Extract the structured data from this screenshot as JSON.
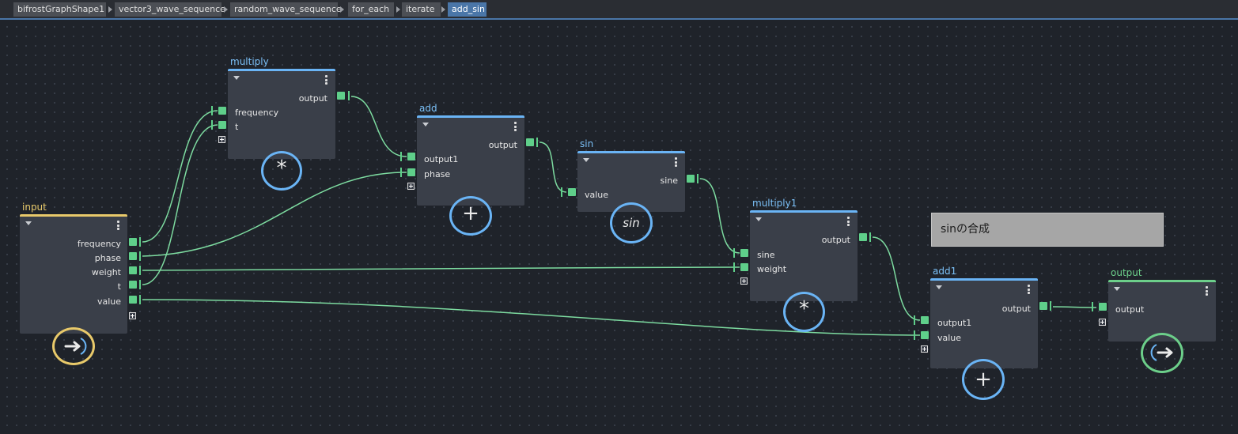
{
  "breadcrumb": [
    "bifrostGraphShape1",
    "vector3_wave_sequence",
    "random_wave_sequence",
    "for_each",
    "iterate",
    "add_sin"
  ],
  "colors": {
    "wire": "#7ddba0",
    "port": "#5fcf8a",
    "accent_blue": "#6ab4f5",
    "accent_yellow": "#e8c96a",
    "accent_green": "#6ccf8a"
  },
  "nodes": {
    "input": {
      "title": "input",
      "outputs": [
        "frequency",
        "phase",
        "weight",
        "t",
        "value"
      ],
      "icon": "arrow-right-icon"
    },
    "multiply": {
      "title": "multiply",
      "output": "output",
      "inputs": [
        "frequency",
        "t"
      ],
      "symbol": "*"
    },
    "add": {
      "title": "add",
      "output": "output",
      "inputs": [
        "output1",
        "phase"
      ],
      "symbol": "+"
    },
    "sin": {
      "title": "sin",
      "output": "sine",
      "inputs": [
        "value"
      ],
      "symbol": "sin"
    },
    "multiply1": {
      "title": "multiply1",
      "output": "output",
      "inputs": [
        "sine",
        "weight"
      ],
      "symbol": "*"
    },
    "add1": {
      "title": "add1",
      "output": "output",
      "inputs": [
        "output1",
        "value"
      ],
      "symbol": "+"
    },
    "output": {
      "title": "output",
      "inputs": [
        "output"
      ],
      "icon": "arrow-right-icon"
    }
  },
  "sticky_note": "sinの合成"
}
